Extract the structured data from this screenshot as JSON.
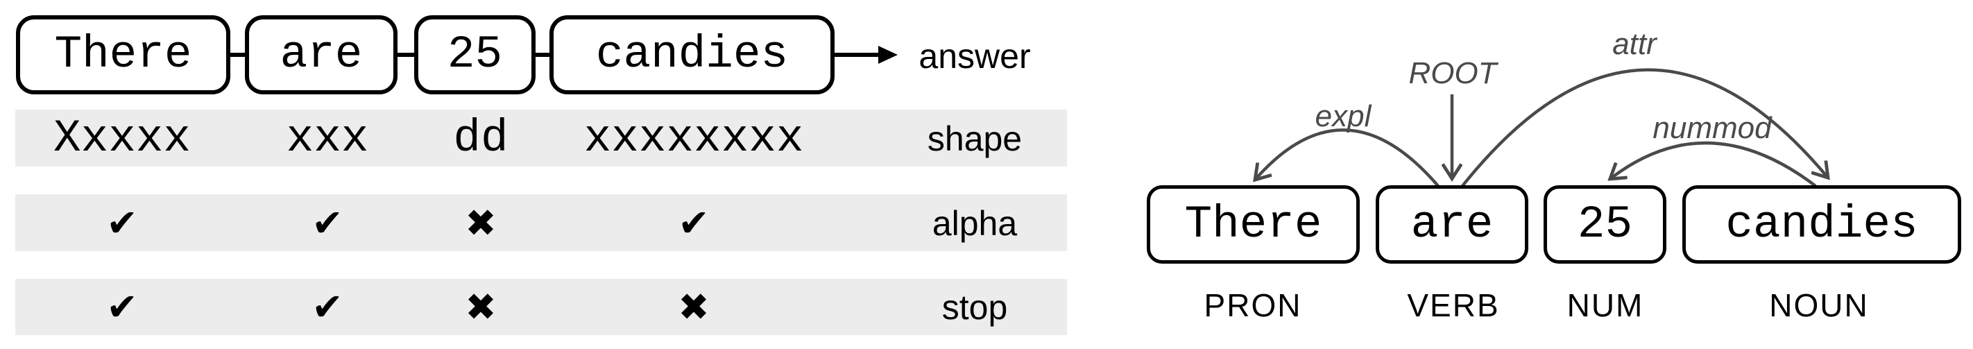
{
  "left_panel": {
    "tokens": [
      "There",
      "are",
      "25",
      "candies"
    ],
    "answer_label": "answer",
    "rows": [
      {
        "label": "shape",
        "values": [
          "Xxxxx",
          "xxx",
          "dd",
          "xxxxxxxx"
        ]
      },
      {
        "label": "alpha",
        "values": [
          "✔",
          "✔",
          "✖",
          "✔"
        ]
      },
      {
        "label": "stop",
        "values": [
          "✔",
          "✔",
          "✖",
          "✖"
        ]
      }
    ]
  },
  "dependency_panel": {
    "tokens": [
      "There",
      "are",
      "25",
      "candies"
    ],
    "pos_tags": [
      "PRON",
      "VERB",
      "NUM",
      "NOUN"
    ],
    "root_label": "ROOT",
    "arcs": [
      {
        "label": "expl",
        "head": "are",
        "dependent": "There"
      },
      {
        "label": "attr",
        "head": "are",
        "dependent": "candies"
      },
      {
        "label": "nummod",
        "head": "candies",
        "dependent": "25"
      }
    ]
  },
  "colors": {
    "ink": "#000000",
    "arc_gray": "#4a4a4a",
    "row_stripe": "#ececec"
  }
}
